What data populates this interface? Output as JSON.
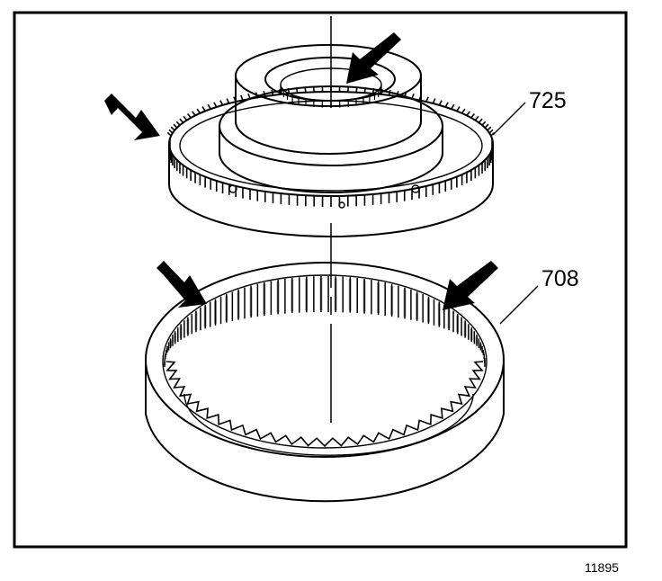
{
  "callouts": {
    "upper_part_label": "725",
    "lower_part_label": "708"
  },
  "figure_id": "11895",
  "colors": {
    "line": "#000000",
    "background": "#ffffff"
  }
}
